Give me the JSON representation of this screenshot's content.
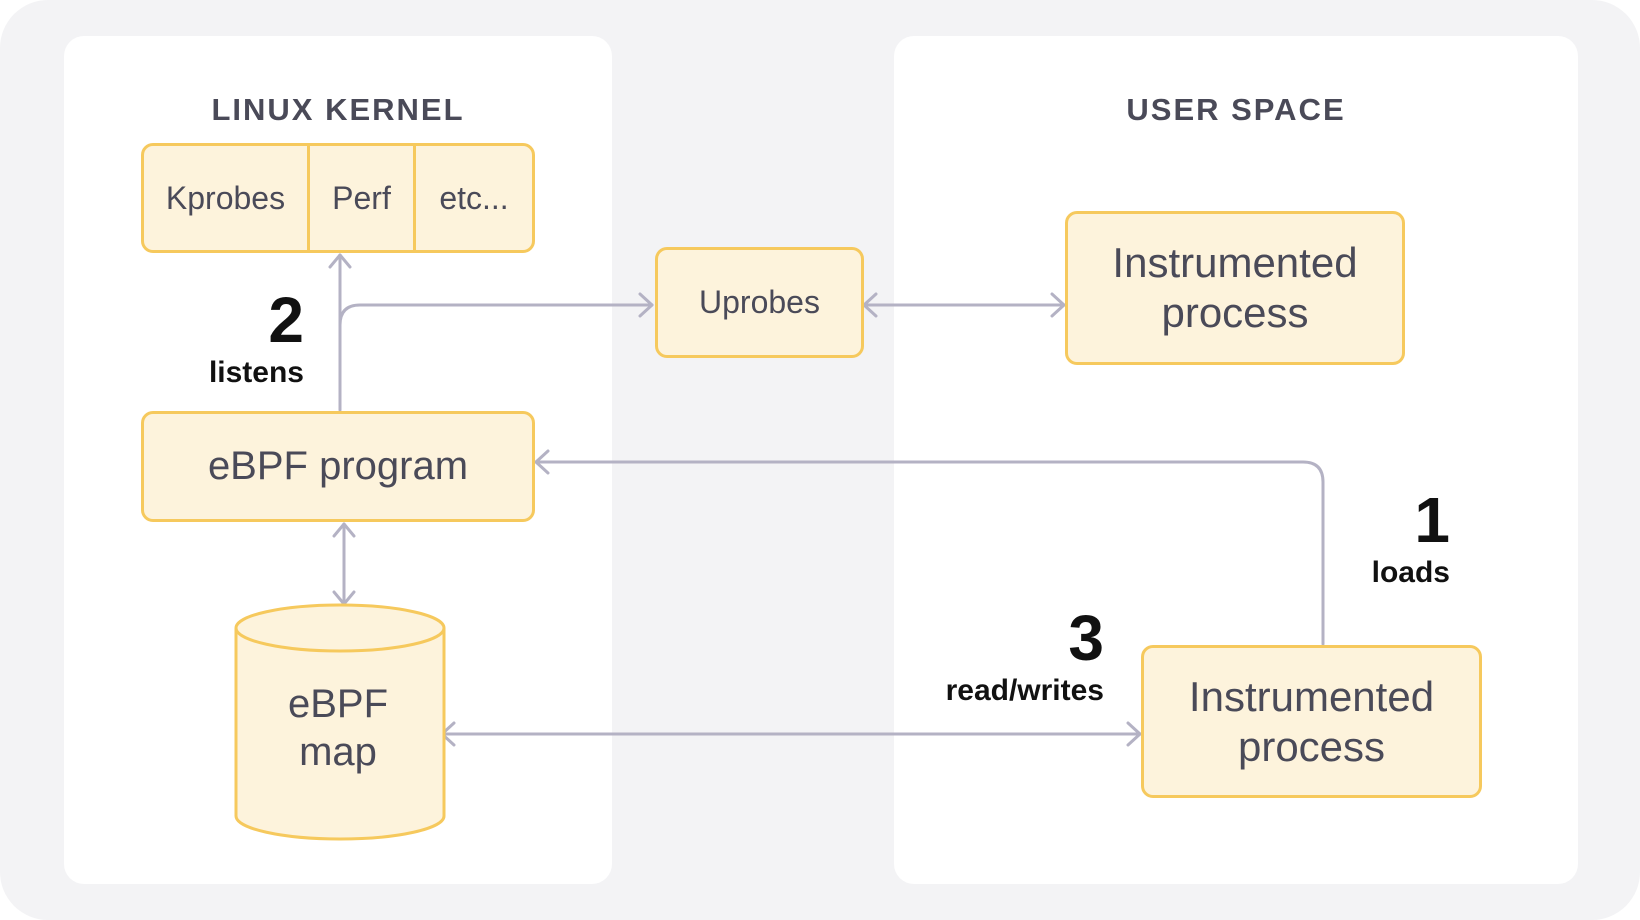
{
  "kernel": {
    "title": "LINUX KERNEL",
    "probes": [
      "Kprobes",
      "Perf",
      "etc..."
    ],
    "program": "eBPF program",
    "map_line1": "eBPF",
    "map_line2": "map"
  },
  "user": {
    "title": "USER SPACE",
    "process_top_line1": "Instrumented",
    "process_top_line2": "process",
    "process_bottom_line1": "Instrumented",
    "process_bottom_line2": "process"
  },
  "uprobes": "Uprobes",
  "steps": [
    {
      "num": "1",
      "label": "loads"
    },
    {
      "num": "2",
      "label": "listens"
    },
    {
      "num": "3",
      "label": "read/writes"
    }
  ],
  "colors": {
    "background": "#f3f3f5",
    "panel": "#ffffff",
    "box_fill": "#fdf3dc",
    "box_border": "#f6c95d",
    "arrow": "#b4b2c4",
    "text": "#4a4a58"
  }
}
